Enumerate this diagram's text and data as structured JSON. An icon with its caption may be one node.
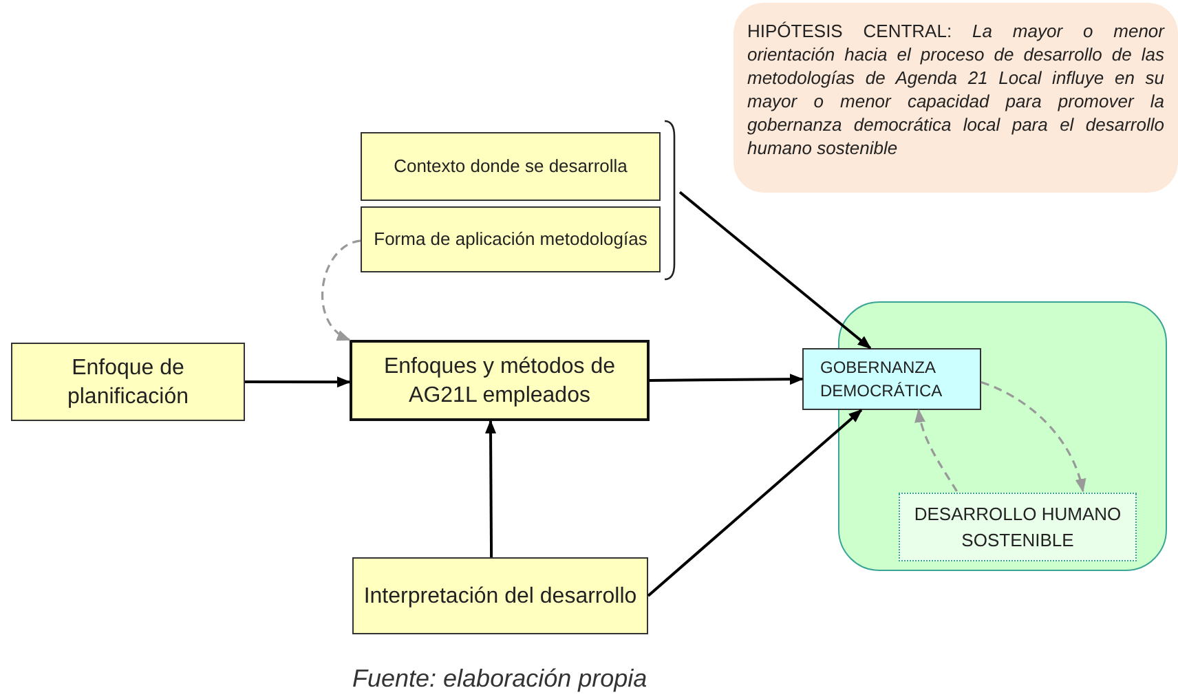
{
  "diagram": {
    "caption": "Fuente: elaboración propia",
    "nodes": [
      {
        "text": [
          "HIPÓTESIS CENTRAL: *La mayor o menor orientación hacia el proceso de desarrollo de las metodologías de Agenda 21 Local influye en su mayor o menor capacidad para promover la gobernanza democrática local para el desarrollo humano sostenible*"
        ]
      },
      {
        "text": [
          "Contexto donde se desarrolla"
        ]
      },
      {
        "text": [
          "Forma de aplicación metodologías"
        ]
      },
      {
        "text": [],
        "shape": "bracket"
      },
      {
        "text": [
          "Enfoque de planificación"
        ]
      },
      {
        "text": [
          "Enfoques y métodos de AG21L empleados"
        ]
      },
      {
        "text": [
          "Interpretación del desarrollo"
        ]
      },
      {
        "text": [],
        "shape": "box"
      },
      {
        "text": [
          "GOBERNANZA DEMOCRÁTICA"
        ]
      },
      {
        "text": [
          "DESARROLLO HUMANO SOSTENIBLE"
        ],
        "in": 7
      }
    ],
    "edges": [
      {
        "from": 2,
        "to": 5,
        "arrow": "to",
        "style": "dashed",
        "color": "#999999"
      },
      {
        "from": 4,
        "to": 5,
        "arrow": "to"
      },
      {
        "from": 6,
        "to": 5,
        "arrow": "to"
      },
      {
        "from": 3,
        "to": 8,
        "arrow": "to"
      },
      {
        "from": 5,
        "to": 8,
        "arrow": "to"
      },
      {
        "from": 6,
        "to": 8,
        "arrow": "to"
      },
      {
        "from": 8,
        "to": 9,
        "arrow": "to",
        "style": "dashed",
        "color": "#999999"
      },
      {
        "from": 9,
        "to": 8,
        "arrow": "to",
        "style": "dashed",
        "color": "#999999"
      }
    ]
  }
}
